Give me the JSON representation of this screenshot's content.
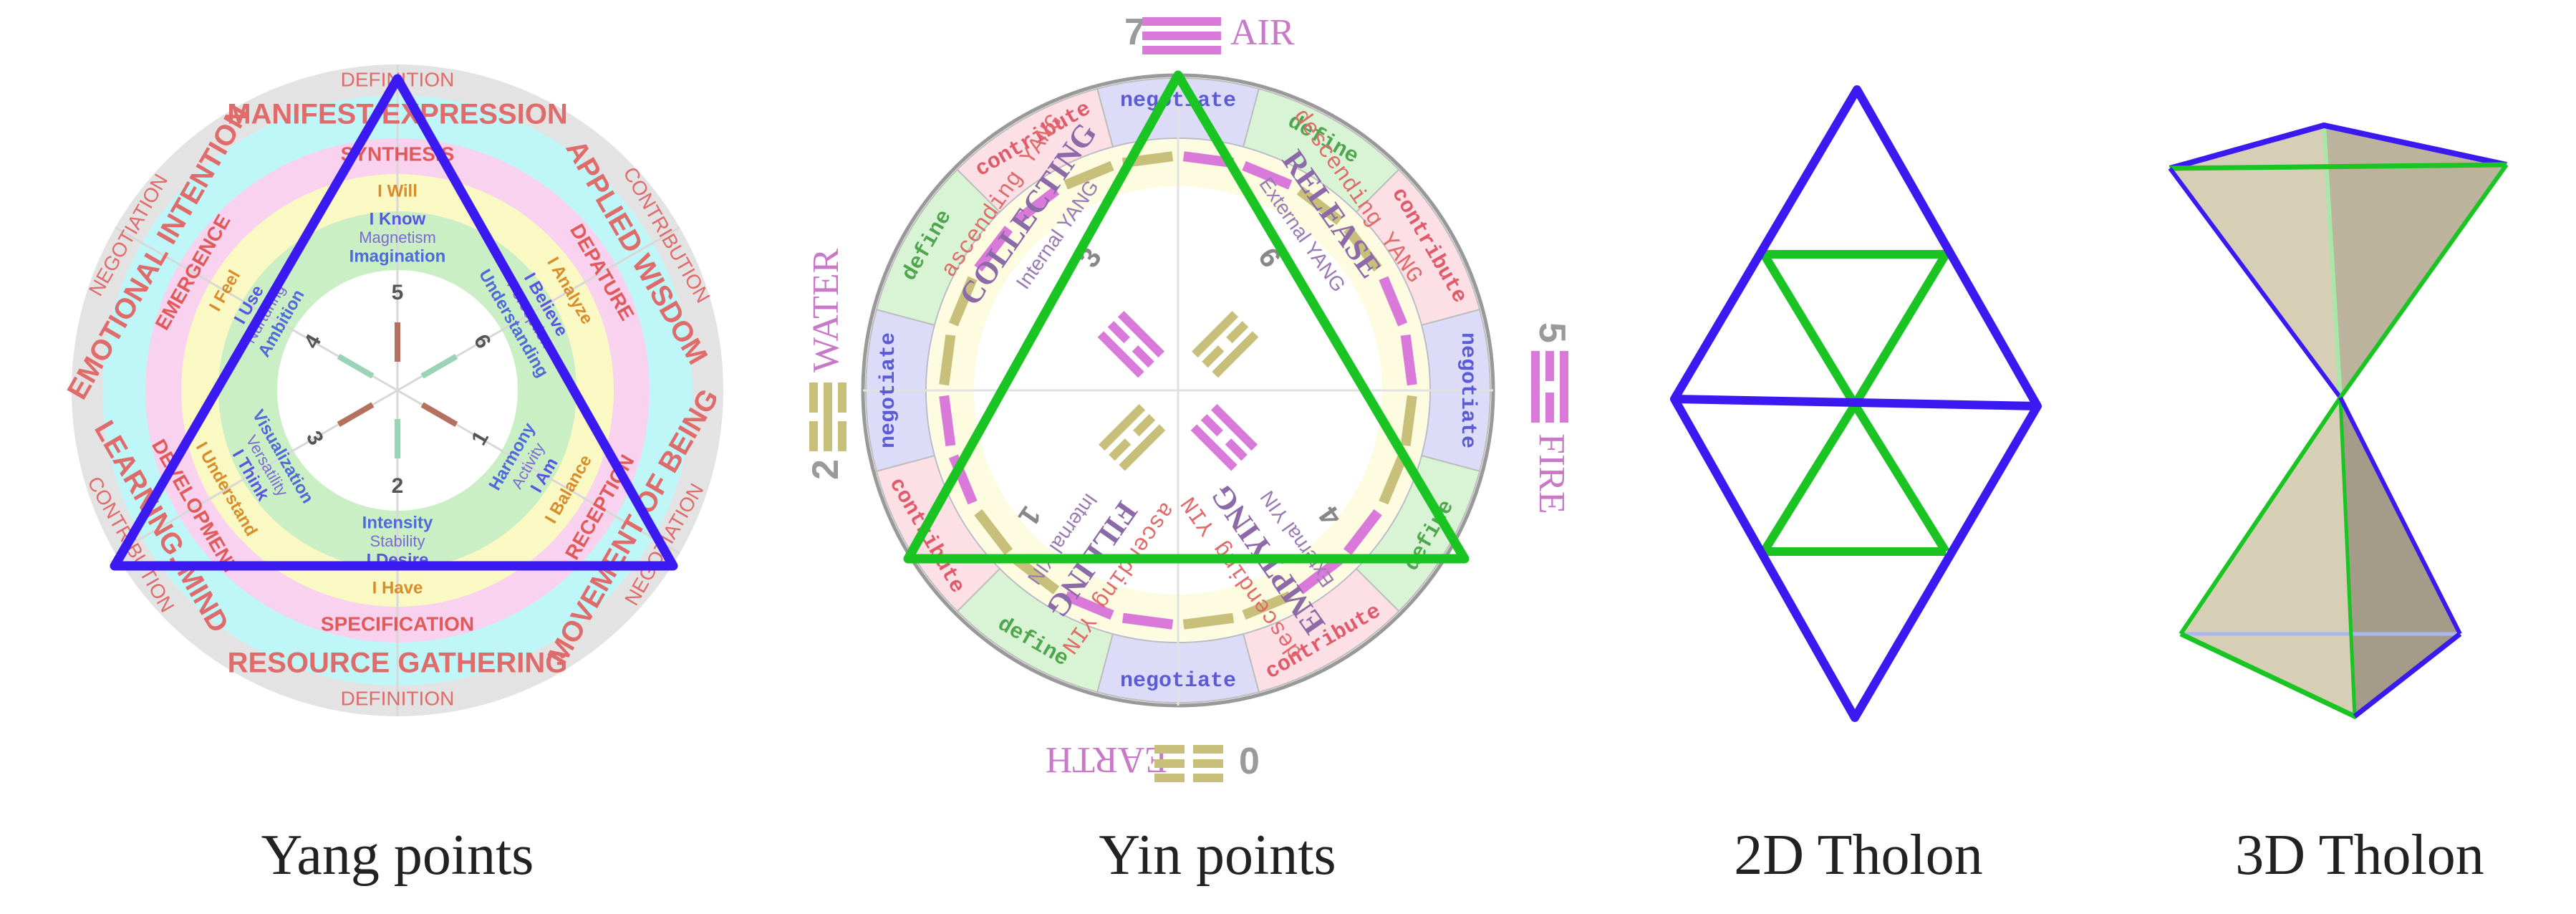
{
  "captions": {
    "yang": "Yang points",
    "yin": "Yin points",
    "tholon2d": "2D Tholon",
    "tholon3d": "3D Tholon"
  },
  "yang_wheel": {
    "outer_ring": [
      "DEFINITION",
      "CONTRIBUTION",
      "NEGOTIATION",
      "DEFINITION",
      "CONTRIBUTION",
      "NEGOTIATION"
    ],
    "cyan_ring": [
      "MANIFEST EXPRESSION",
      "APPLIED WISDOM",
      "MOVEMENT OF BEING",
      "RESOURCE GATHERING",
      "LEARNING, MIND",
      "EMOTIONAL INTENTION"
    ],
    "pink_ring": [
      "SYNTHESIS",
      "DEPATURE",
      "RECEPTION",
      "SPECIFICATION",
      "DEVELOPMENT",
      "EMERGENCE"
    ],
    "yellow_ring": [
      "I Will",
      "I Analyze",
      "I Balance",
      "I Have",
      "I Understand",
      "I Feel"
    ],
    "green_outer": [
      "I Know",
      "I Believe",
      "I Am",
      "I Desire",
      "I Think",
      "I Use"
    ],
    "green_mid": [
      "Magnetism",
      "Perception",
      "Activity",
      "Stability",
      "Versatility",
      "Nurturing"
    ],
    "green_inner": [
      "Imagination",
      "Understanding",
      "Harmony",
      "Intensity",
      "Visualization",
      "Ambition"
    ],
    "numbers": [
      "5",
      "6",
      "1",
      "2",
      "3",
      "4"
    ]
  },
  "yin_wheel": {
    "elements": {
      "air": {
        "label": "AIR",
        "number": "7"
      },
      "fire": {
        "label": "FIRE",
        "number": "5"
      },
      "earth": {
        "label": "EARTH",
        "number": "0"
      },
      "water": {
        "label": "WATER",
        "number": "2"
      }
    },
    "ring_words": [
      "negotiate",
      "define",
      "contribute",
      "negotiate",
      "define",
      "contribute",
      "negotiate",
      "define",
      "contribute",
      "negotiate",
      "define",
      "contribute"
    ],
    "quadrants": [
      {
        "title": "COLLECTING",
        "mode": "ascending YANG",
        "sub": "Internal YANG",
        "number": "3"
      },
      {
        "title": "RELEASE",
        "mode": "descending YANG",
        "sub": "External YANG",
        "number": "6"
      },
      {
        "title": "EMPTYING",
        "mode": "descending YIN",
        "sub": "External YIN",
        "number": "4"
      },
      {
        "title": "FILLING",
        "mode": "ascending YIN",
        "sub": "Internal YIN",
        "number": "1"
      }
    ]
  },
  "colors": {
    "blue": "#3a1af0",
    "green": "#19c423",
    "magenta": "#d979d9",
    "olive": "#c8c07a",
    "gray": "#9a9a9a",
    "cyan": "#bff6f8",
    "pink": "#f8d2ee",
    "yellow": "#fbf9c3",
    "lightgreen": "#cbefc4",
    "tan": "#d6cfb6"
  }
}
